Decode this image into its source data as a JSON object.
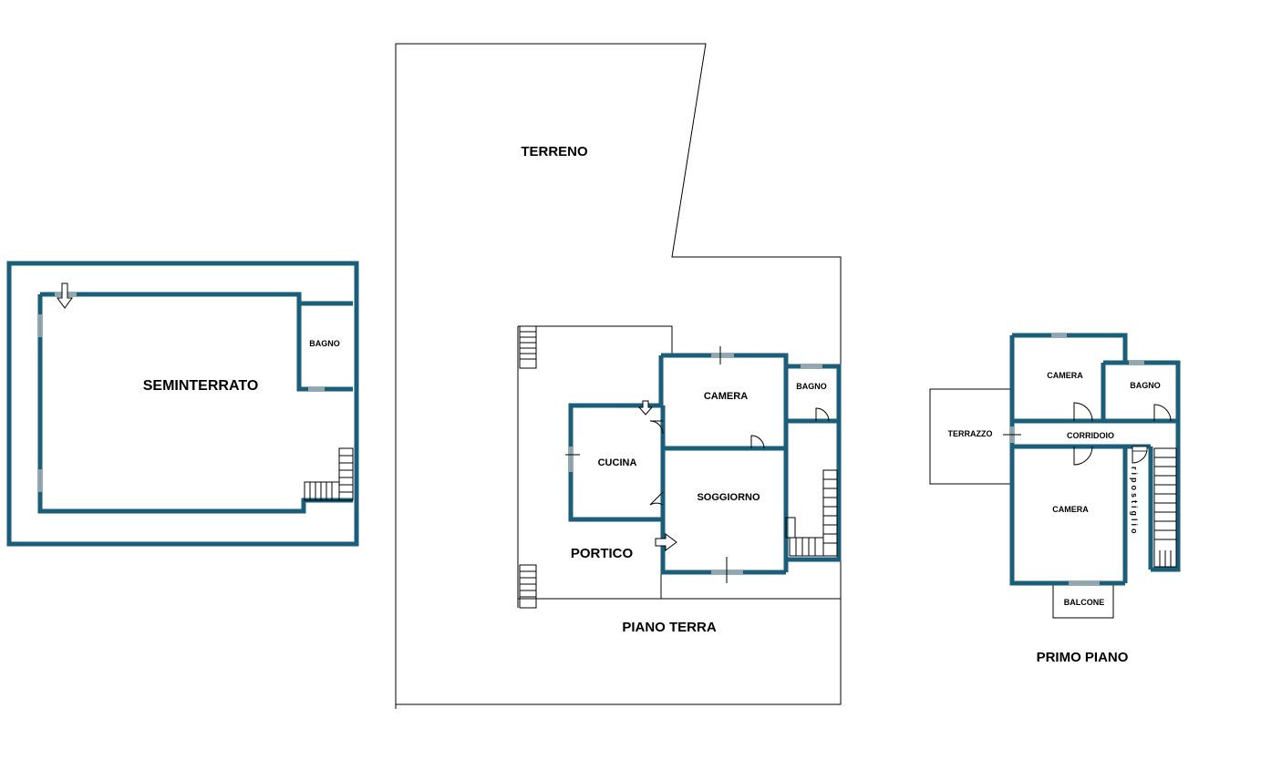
{
  "plans": {
    "seminterrato": {
      "rooms": {
        "main": "SEMINTERRATO",
        "bagno": "BAGNO"
      }
    },
    "piano_terra": {
      "terreno": "TERRENO",
      "rooms": {
        "camera": "CAMERA",
        "bagno": "BAGNO",
        "cucina": "CUCINA",
        "soggiorno": "SOGGIORNO",
        "portico": "PORTICO"
      },
      "floor_label": "PIANO TERRA"
    },
    "primo_piano": {
      "rooms": {
        "camera_top": "CAMERA",
        "bagno": "BAGNO",
        "terrazzo": "TERRAZZO",
        "corridoio": "CORRIDOIO",
        "camera_bottom": "CAMERA",
        "ripostiglio": "ripostiglio",
        "balcone": "BALCONE"
      },
      "floor_label": "PRIMO PIANO"
    }
  },
  "colors": {
    "wall": "#1a5e7a",
    "line": "#000000",
    "background": "#ffffff"
  }
}
